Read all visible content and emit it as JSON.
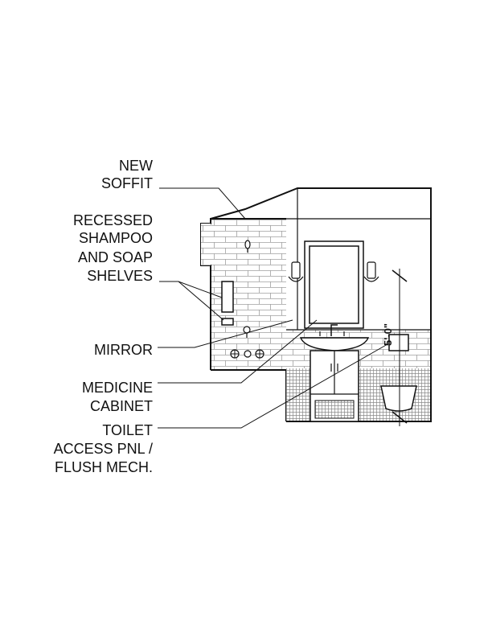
{
  "callouts": {
    "soffit": [
      "NEW",
      "SOFFIT"
    ],
    "shelves": [
      "RECESSED",
      "SHAMPOO",
      "AND SOAP",
      "SHELVES"
    ],
    "mirror": [
      "MIRROR"
    ],
    "cabinet": [
      "MEDICINE",
      "CABINET"
    ],
    "toilet": [
      "TOILET",
      "ACCESS PNL /",
      "FLUSH MECH."
    ]
  },
  "dimension": "5'-0\"",
  "colors": {
    "line": "#111111",
    "tile": "#9a9a9a",
    "floor_hatch": "#9a9a9a"
  }
}
